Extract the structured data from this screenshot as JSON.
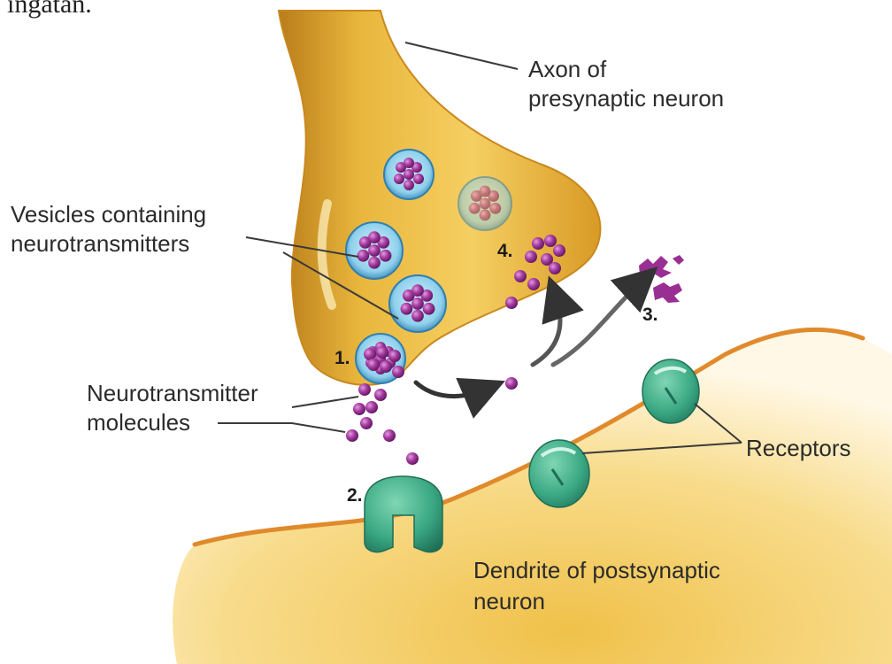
{
  "header_fragment": "ingatan.",
  "labels": {
    "axon_line1": "Axon of",
    "axon_line2": "presynaptic neuron",
    "vesicles_line1": "Vesicles containing",
    "vesicles_line2": "neurotransmitters",
    "nt_line1": "Neurotransmitter",
    "nt_line2": "molecules",
    "receptors": "Receptors",
    "dendrite_line1": "Dendrite of postsynaptic",
    "dendrite_line2": "neuron"
  },
  "steps": {
    "s1": "1.",
    "s2": "2.",
    "s3": "3.",
    "s4": "4."
  },
  "colors": {
    "axon_gold": "#e3ac2c",
    "dendrite_gold": "#f2c75a",
    "membrane_orange": "#e08a2c",
    "vesicle_blue": "#7fc6e4",
    "molecule_purple": "#9a2f93",
    "receptor_green": "#3aa883"
  }
}
